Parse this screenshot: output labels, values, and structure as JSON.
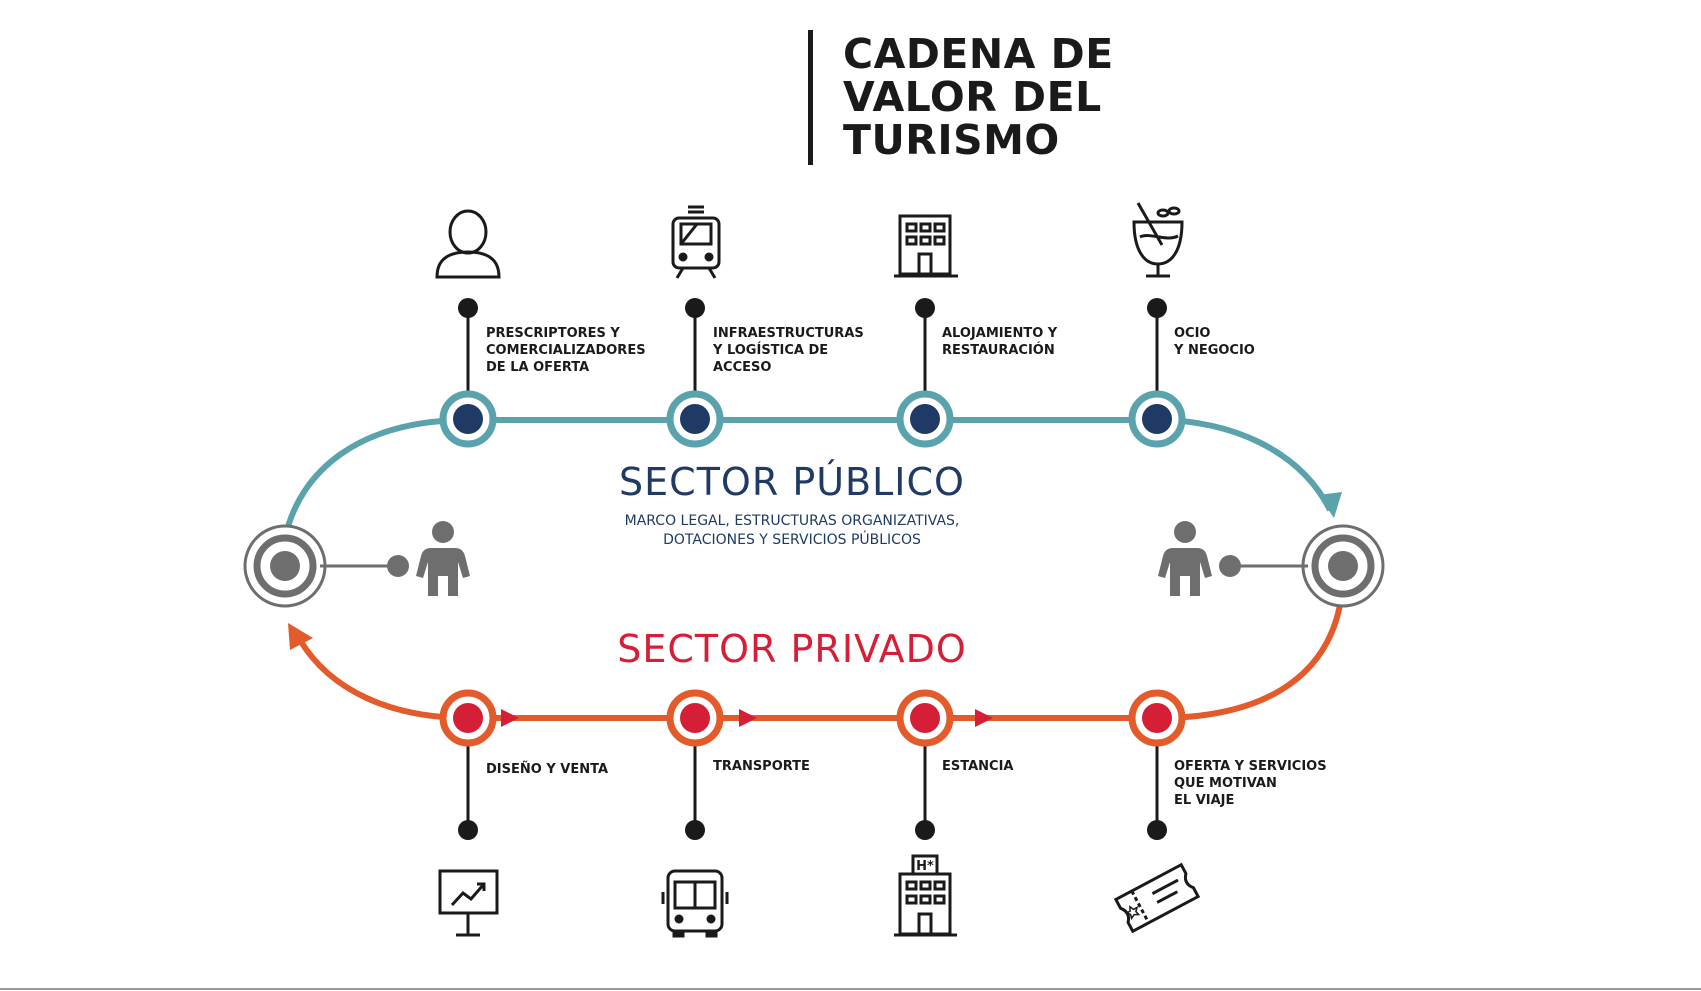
{
  "title": {
    "line1": "CADENA DE",
    "line2": "VALOR DEL",
    "line3": "TURISMO"
  },
  "public_sector": {
    "title": "SECTOR PÚBLICO",
    "subtitle": "MARCO LEGAL, ESTRUCTURAS ORGANIZATIVAS,\nDOTACIONES Y SERVICIOS PÚBLICOS",
    "stages": [
      {
        "label": "PRESCRIPTORES Y\nCOMERCIALIZADORES\nDE LA OFERTA",
        "icon": "person-icon"
      },
      {
        "label": "INFRAESTRUCTURAS\nY LOGÍSTICA DE\nACCESO",
        "icon": "train-icon"
      },
      {
        "label": "ALOJAMIENTO Y\nRESTAURACIÓN",
        "icon": "building-icon"
      },
      {
        "label": "OCIO\nY NEGOCIO",
        "icon": "cocktail-icon"
      }
    ]
  },
  "private_sector": {
    "title": "SECTOR PRIVADO",
    "stages": [
      {
        "label": "DISEÑO Y VENTA",
        "icon": "presentation-chart-icon"
      },
      {
        "label": "TRANSPORTE",
        "icon": "bus-icon"
      },
      {
        "label": "ESTANCIA",
        "icon": "hotel-icon"
      },
      {
        "label": "OFERTA Y SERVICIOS\nQUE MOTIVAN\nEL VIAJE",
        "icon": "ticket-icon"
      }
    ]
  },
  "hotel_sign": "H*",
  "colors": {
    "teal": "#5ba3ac",
    "navy": "#1f3a64",
    "orange": "#e35b2a",
    "red": "#d41f36",
    "gray": "#6e6e6e",
    "dark": "#1a1a1a"
  }
}
